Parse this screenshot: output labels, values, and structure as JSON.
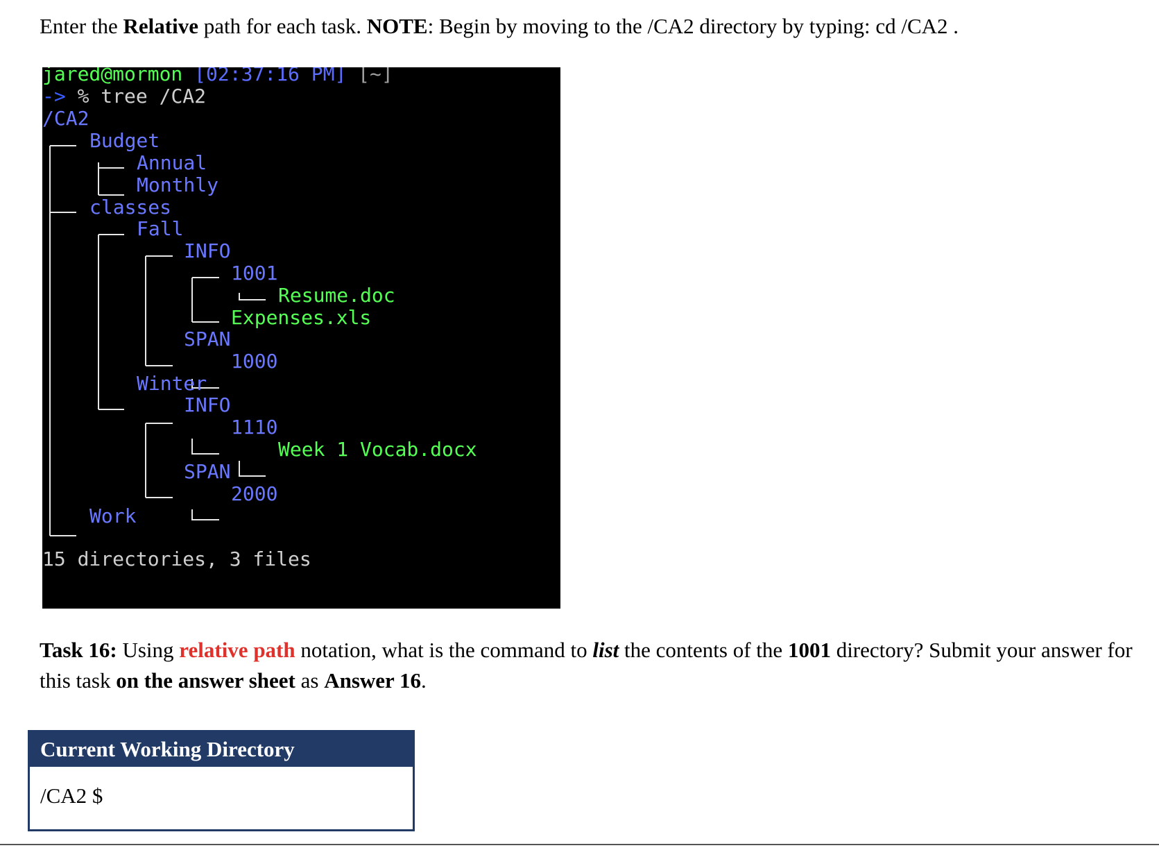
{
  "intro": {
    "p1": "Enter the ",
    "b1": "Relative",
    "p2": " path for each task. ",
    "b2": "NOTE",
    "p3": ": Begin by moving to the /CA2 directory by typing: cd /CA2 ."
  },
  "terminal": {
    "prompt_user": "jared@mormon",
    "prompt_time": "[02:37:16 PM]",
    "prompt_dir": "[~]",
    "arrow": "->",
    "percent": "%",
    "command": "tree /CA2",
    "root": "/CA2",
    "tree": {
      "budget": "Budget",
      "annual": "Annual",
      "monthly": "Monthly",
      "classes": "classes",
      "fall": "Fall",
      "fall_info": "INFO",
      "dir_1001": "1001",
      "resume": "Resume.doc",
      "expenses": "Expenses.xls",
      "fall_span": "SPAN",
      "dir_1000": "1000",
      "winter": "Winter",
      "winter_info": "INFO",
      "dir_1110": "1110",
      "vocab": "Week 1 Vocab.docx",
      "winter_span": "SPAN",
      "dir_2000": "2000",
      "work": "Work"
    },
    "summary": "15 directories, 3 files"
  },
  "task": {
    "label": "Task 16:",
    "p1": " Using ",
    "red": "relative path",
    "p2": " notation, what is the command to ",
    "list": "list",
    "p3": " the contents of the ",
    "dir": "1001",
    "p4": " directory? Submit your answer for this task ",
    "sheet": "on the answer sheet",
    "p5": " as ",
    "answer": "Answer 16",
    "p6": "."
  },
  "cwd": {
    "header": "Current Working Directory",
    "value": "/CA2 $"
  }
}
